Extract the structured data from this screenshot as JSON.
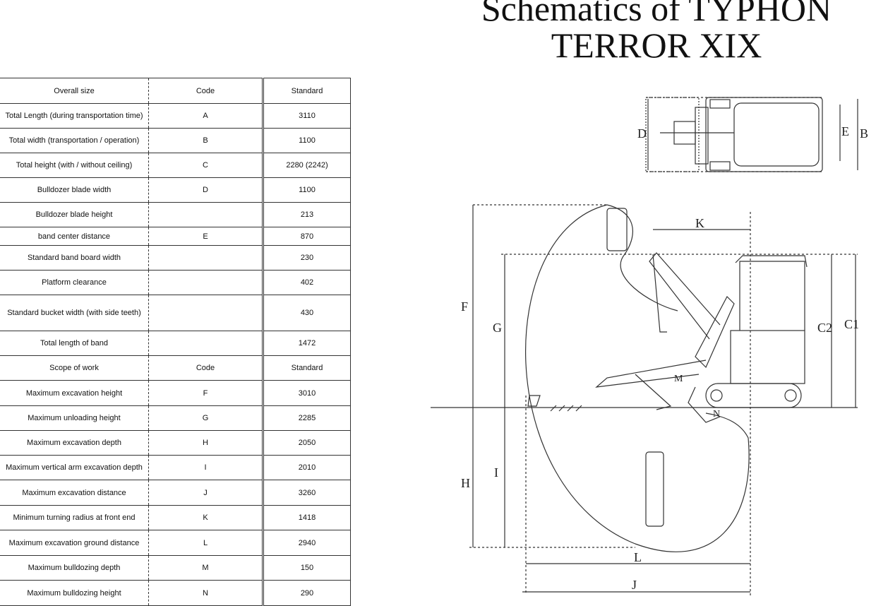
{
  "title": "Schematics of TYPHON TERROR XIX",
  "overall_size": {
    "header": {
      "item": "Overall size",
      "code": "Code",
      "standard": "Standard"
    },
    "rows": [
      {
        "item": "Total Length (during transportation time)",
        "code": "A",
        "standard": "3110"
      },
      {
        "item": "Total width (transportation / operation)",
        "code": "B",
        "standard": "1100"
      },
      {
        "item": "Total height (with / without ceiling)",
        "code": "C",
        "standard": "2280 (2242)"
      },
      {
        "item": "Bulldozer blade width",
        "code": "D",
        "standard": "1100"
      },
      {
        "item": "Bulldozer blade height",
        "code": "",
        "standard": "213"
      },
      {
        "item": "band center distance",
        "code": "E",
        "standard": "870"
      },
      {
        "item": "Standard band board width",
        "code": "",
        "standard": "230"
      },
      {
        "item": "Platform clearance",
        "code": "",
        "standard": "402"
      },
      {
        "item": "Standard bucket width (with side teeth)",
        "code": "",
        "standard": "430"
      },
      {
        "item": "Total length of band",
        "code": "",
        "standard": "1472"
      }
    ]
  },
  "scope_of_work": {
    "header": {
      "item": "Scope of work",
      "code": "Code",
      "standard": "Standard"
    },
    "rows": [
      {
        "item": "Maximum excavation height",
        "code": "F",
        "standard": "3010"
      },
      {
        "item": "Maximum unloading height",
        "code": "G",
        "standard": "2285"
      },
      {
        "item": "Maximum excavation depth",
        "code": "H",
        "standard": "2050"
      },
      {
        "item": "Maximum vertical arm excavation depth",
        "code": "I",
        "standard": "2010"
      },
      {
        "item": "Maximum excavation distance",
        "code": "J",
        "standard": "3260"
      },
      {
        "item": "Minimum turning radius at front end",
        "code": "K",
        "standard": "1418"
      },
      {
        "item": "Maximum excavation ground distance",
        "code": "L",
        "standard": "2940"
      },
      {
        "item": "Maximum bulldozing depth",
        "code": "M",
        "standard": "150"
      },
      {
        "item": "Maximum bulldozing height",
        "code": "N",
        "standard": "290"
      }
    ]
  },
  "diagram_labels": {
    "top_d": "D",
    "top_e": "E",
    "top_b": "B",
    "k": "K",
    "f": "F",
    "g": "G",
    "h": "H",
    "i": "I",
    "c1": "C1",
    "c2": "C2",
    "l": "L",
    "j": "J",
    "m": "M",
    "n": "N"
  }
}
